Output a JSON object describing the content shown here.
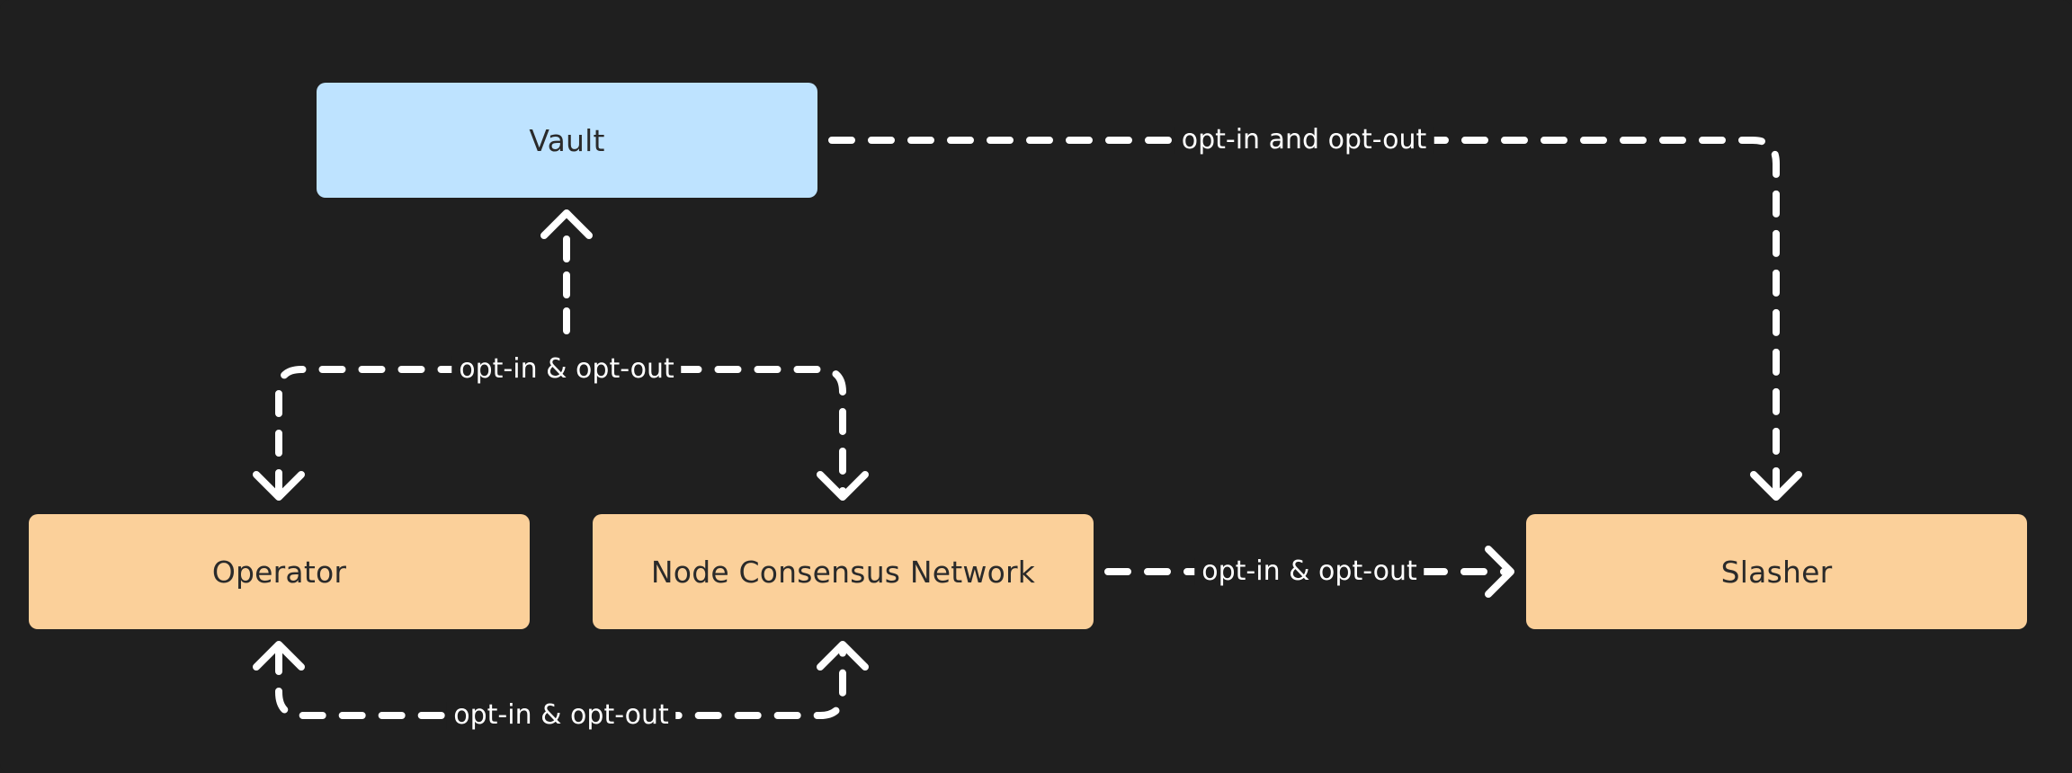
{
  "colors": {
    "background": "#1f1f1f",
    "vault_fill": "#bee3ff",
    "participant_fill": "#fbd09a",
    "edge_stroke": "#ffffff"
  },
  "nodes": {
    "vault": "Vault",
    "operator": "Operator",
    "ncn": "Node Consensus Network",
    "slasher": "Slasher"
  },
  "edges": {
    "vault_slasher": "opt-in and opt-out",
    "operator_ncn_top": "opt-in & opt-out",
    "ncn_slasher": "opt-in & opt-out",
    "operator_ncn_bottom": "opt-in & opt-out"
  }
}
